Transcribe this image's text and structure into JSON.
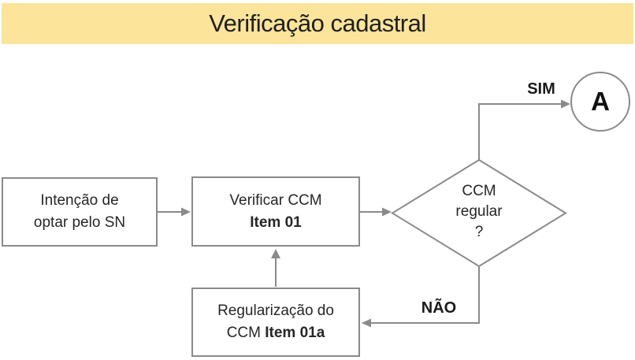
{
  "header": {
    "title": "Verificação cadastral"
  },
  "flowchart": {
    "nodes": {
      "intencao": {
        "lines": [
          "Intenção de",
          "optar pelo SN"
        ]
      },
      "verificar": {
        "line1": "Verificar CCM",
        "line2_bold": "Item 01"
      },
      "decisao": {
        "lines": [
          "CCM",
          "regular",
          "?"
        ]
      },
      "regularizacao": {
        "line1": "Regularização do",
        "line2_normal": "CCM ",
        "line2_bold": "Item 01a"
      },
      "connector_a": {
        "label": "A"
      }
    },
    "edge_labels": {
      "sim": "SIM",
      "nao": "NÃO"
    }
  },
  "colors": {
    "header_bg": "#FCE49B",
    "line": "#8A8A8A",
    "text": "#262626",
    "title_text": "#1F1F1F",
    "node_bg": "#FFFFFF"
  }
}
